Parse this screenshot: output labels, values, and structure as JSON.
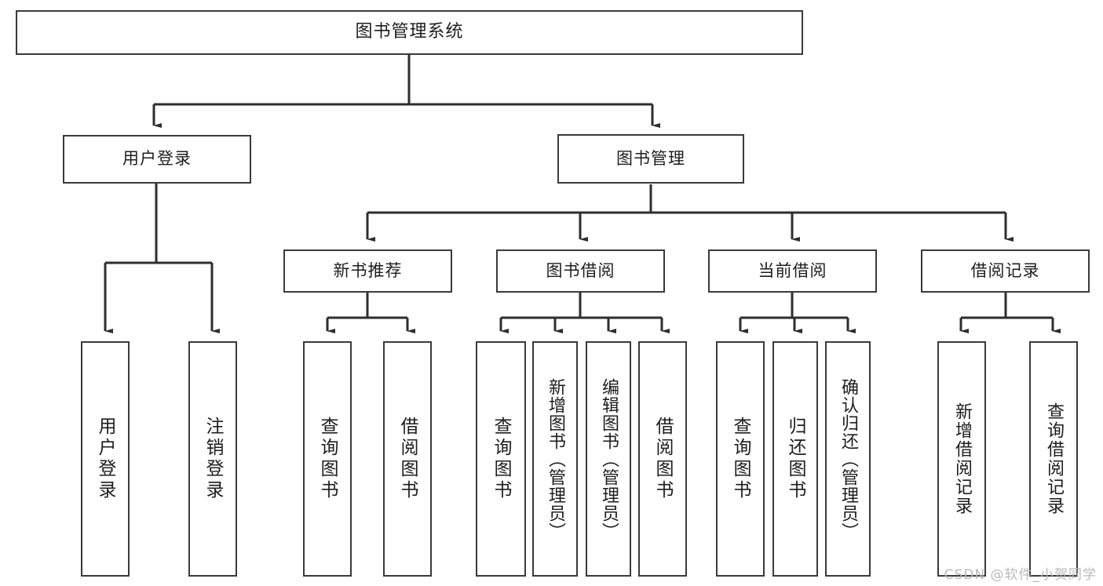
{
  "diagram": {
    "title": "图书管理系统",
    "type": "tree-hierarchy",
    "watermark": "CSDN @软件_小贺同学",
    "colors": {
      "background": "#ffffff",
      "box_border": "#3a3a3a",
      "box_fill": "#ffffff",
      "text": "#1d1d1d",
      "connector": "#2e2e2e",
      "watermark": "#b9b9b9"
    },
    "root": {
      "label": "图书管理系统"
    },
    "level2": [
      {
        "label": "用户登录"
      },
      {
        "label": "图书管理"
      }
    ],
    "level3": [
      {
        "label": "新书推荐"
      },
      {
        "label": "图书借阅"
      },
      {
        "label": "当前借阅"
      },
      {
        "label": "借阅记录"
      }
    ],
    "leaves": {
      "user_login": [
        {
          "label": "用户登录"
        },
        {
          "label": "注销登录"
        }
      ],
      "new_book_recommend": [
        {
          "label": "查询图书"
        },
        {
          "label": "借阅图书"
        }
      ],
      "book_borrow": [
        {
          "label": "查询图书"
        },
        {
          "label": "新增图书（管理员）"
        },
        {
          "label": "编辑图书（管理员）"
        },
        {
          "label": "借阅图书"
        }
      ],
      "current_borrow": [
        {
          "label": "查询图书"
        },
        {
          "label": "归还图书"
        },
        {
          "label": "确认归还（管理员）"
        }
      ],
      "borrow_record": [
        {
          "label": "新增借阅记录"
        },
        {
          "label": "查询借阅记录"
        }
      ]
    }
  }
}
